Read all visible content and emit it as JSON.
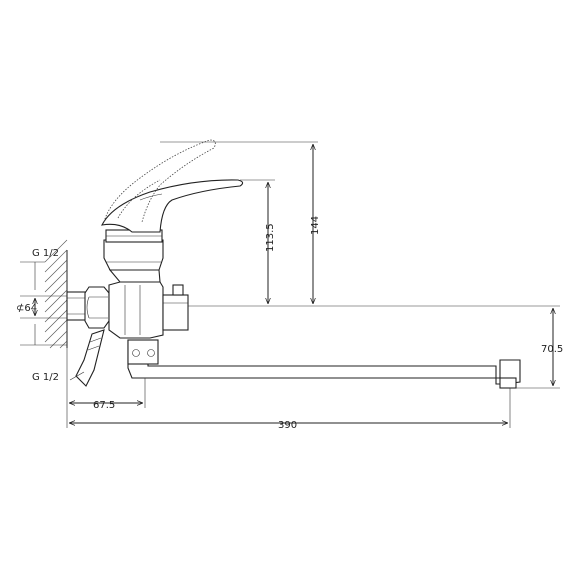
{
  "dimensions": {
    "thread_top": "G 1/2",
    "diameter": "⊄64",
    "thread_bottom": "G 1/2",
    "offset": "67.5",
    "overall_length": "390",
    "handle_height": "144",
    "body_height": "113.5",
    "spout_drop": "70.5"
  }
}
